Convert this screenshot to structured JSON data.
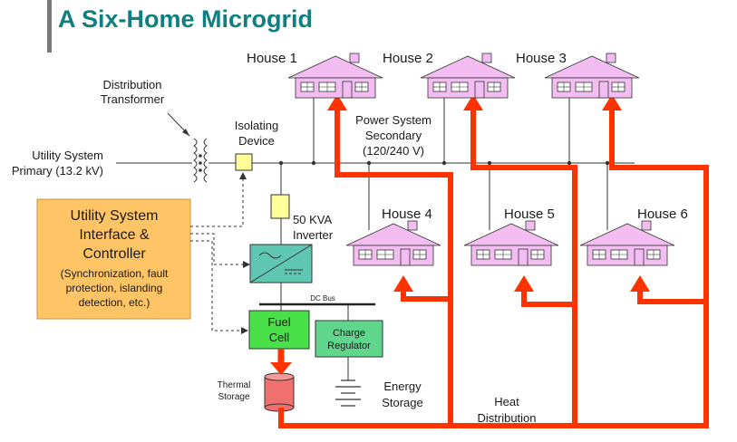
{
  "title": "A Six-Home Microgrid",
  "houses": [
    {
      "id": 1,
      "label": "House 1"
    },
    {
      "id": 2,
      "label": "House 2"
    },
    {
      "id": 3,
      "label": "House 3"
    },
    {
      "id": 4,
      "label": "House 4"
    },
    {
      "id": 5,
      "label": "House 5"
    },
    {
      "id": 6,
      "label": "House 6"
    }
  ],
  "labels": {
    "distribution_transformer": [
      "Distribution",
      "Transformer"
    ],
    "utility_primary": [
      "Utility System",
      "Primary (13.2 kV)"
    ],
    "isolating_device": [
      "Isolating",
      "Device"
    ],
    "power_secondary": [
      "Power System",
      "Secondary",
      "(120/240 V)"
    ],
    "inverter": [
      "50 KVA",
      "Inverter"
    ],
    "dc_bus": "DC Bus",
    "fuel_cell": [
      "Fuel",
      "Cell"
    ],
    "charge_regulator": [
      "Charge",
      "Regulator"
    ],
    "thermal_storage": [
      "Thermal",
      "Storage"
    ],
    "energy_storage": [
      "Energy",
      "Storage"
    ],
    "heat_distribution": [
      "Heat",
      "Distribution"
    ]
  },
  "controller": {
    "title": [
      "Utility System",
      "Interface &",
      "Controller"
    ],
    "detail": [
      "(Synchronization, fault",
      "protection, islanding",
      "detection, etc.)"
    ]
  },
  "colors": {
    "title": "#0f7f7f",
    "house": "#f4bdf2",
    "heat_pipe": "#ff3300",
    "controller_box": "#ffc466",
    "fuel_cell": "#49e049",
    "charge_regulator": "#5fd68c",
    "isolating_device": "#ffff99",
    "inverter": "#5fc6b2",
    "thermal_storage": "#f07070"
  }
}
